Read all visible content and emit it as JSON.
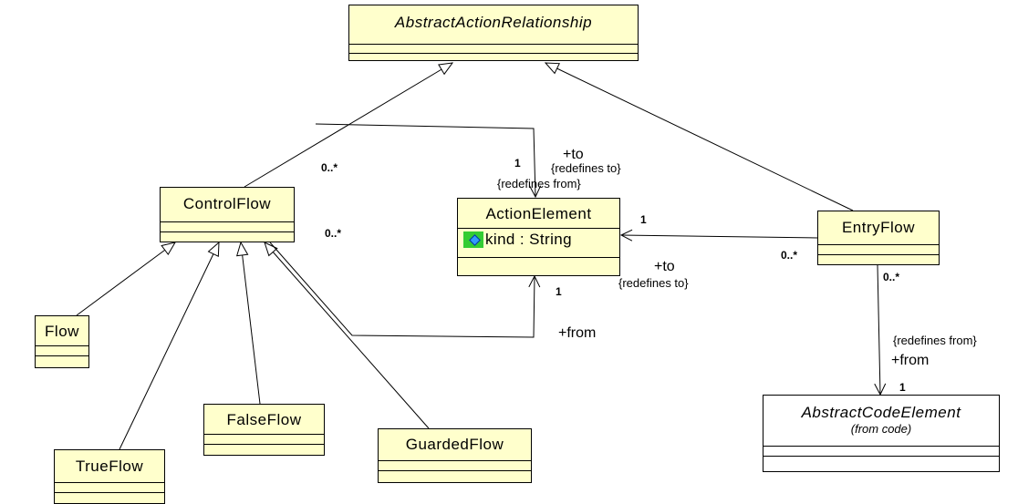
{
  "classes": {
    "abstract_action_relationship": {
      "name": "AbstractActionRelationship"
    },
    "control_flow": {
      "name": "ControlFlow"
    },
    "action_element": {
      "name": "ActionElement",
      "attribute": "kind : String"
    },
    "entry_flow": {
      "name": "EntryFlow"
    },
    "flow": {
      "name": "Flow"
    },
    "true_flow": {
      "name": "TrueFlow"
    },
    "false_flow": {
      "name": "FalseFlow"
    },
    "guarded_flow": {
      "name": "GuardedFlow"
    },
    "abstract_code_element": {
      "name": "AbstractCodeElement",
      "package": "(from code)"
    }
  },
  "labels": {
    "cf_to_role": "+to",
    "cf_to_constraint": "{redefines to}",
    "cf_to_mult": "1",
    "cf_from_constraint": "{redefines from}",
    "cf_mult_top": "0..*",
    "cf_mult_bottom": "0..*",
    "cf_from_mult": "1",
    "cf_from_role": "+from",
    "ef_to_mult": "1",
    "ef_to_role": "+to",
    "ef_to_constraint": "{redefines to}",
    "ef_mult_left": "0..*",
    "ef_mult_bottom": "0..*",
    "ef_from_constraint": "{redefines from}",
    "ef_from_role": "+from",
    "ef_from_mult": "1"
  },
  "colors": {
    "class_fill": "#ffffcc",
    "line": "#000000",
    "attr_icon": "#33cc33"
  }
}
